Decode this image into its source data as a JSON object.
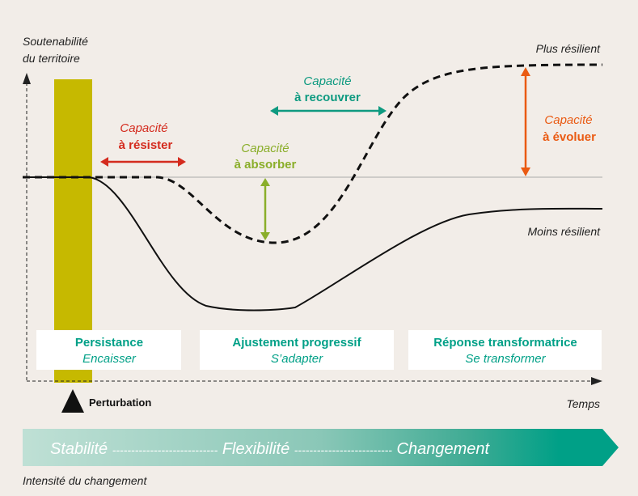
{
  "axes": {
    "y_label_line1": "Soutenabilité",
    "y_label_line2": "du territoire",
    "x_label": "Temps"
  },
  "curves": {
    "upper_label": "Plus résilient",
    "lower_label": "Moins résilient"
  },
  "capacities": {
    "resist": {
      "line1": "Capacité",
      "line2": "à résister",
      "color": "#d42b1e"
    },
    "absorb": {
      "line1": "Capacité",
      "line2": "à absorber",
      "color": "#8aae2a"
    },
    "recover": {
      "line1": "Capacité",
      "line2": "à recouvrer",
      "color": "#0e9a80"
    },
    "evolve": {
      "line1": "Capacité",
      "line2": "à évoluer",
      "color": "#ea5a12"
    }
  },
  "phases": [
    {
      "title": "Persistance",
      "subtitle": "Encaisser"
    },
    {
      "title": "Ajustement progressif",
      "subtitle": "S’adapter"
    },
    {
      "title": "Réponse transformatrice",
      "subtitle": "Se transformer"
    }
  ],
  "perturbation_label": "Perturbation",
  "scale": {
    "start": "Stabilité",
    "dash1": "----------------------------",
    "middle": "Flexibilité",
    "dash2": "--------------------------",
    "end": "Changement",
    "caption": "Intensité du changement"
  },
  "colors": {
    "teal": "#00a087",
    "perturbation_bar": "#c6b900",
    "background": "#f2ede8"
  }
}
